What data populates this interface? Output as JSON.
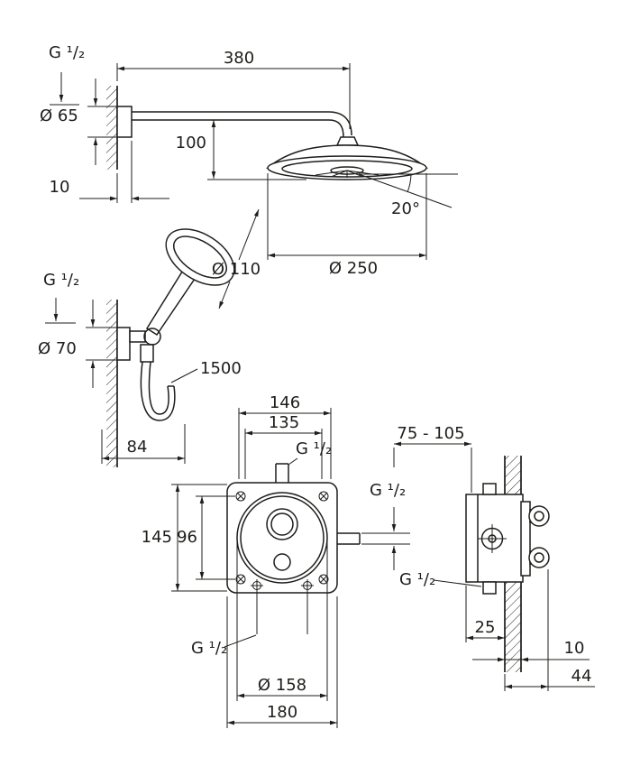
{
  "drawing": {
    "colors": {
      "line": "#1d1d1b",
      "background": "#ffffff"
    },
    "labels": {
      "head_shower_thread": "G ¹/₂",
      "arm_length": "380",
      "arm_flange_diameter": "Ø 65",
      "head_height_offset": "100",
      "arm_wall_plate_depth": "10",
      "head_swivel_angle": "20°",
      "hand_shower_diameter": "Ø 110",
      "head_shower_diameter": "Ø 250",
      "hand_shower_thread": "G ¹/₂",
      "holder_flange_diameter": "Ø 70",
      "hose_length": "1500",
      "holder_projection": "84",
      "trim_width_outer": "146",
      "trim_width_inner": "135",
      "trim_top_thread": "G ¹/₂",
      "trim_height": "145",
      "trim_screw_spacing": "96",
      "trim_side_thread": "G ¹/₂",
      "side_outlet_thread": "G ¹/₂",
      "trim_bottom_thread": "G ¹/₂",
      "trim_plate_diameter": "Ø 158",
      "trim_plate_width": "180",
      "mounting_depth_range": "75 - 105",
      "side_front_depth": "25",
      "side_wall_thickness": "10",
      "side_body_depth": "44"
    }
  }
}
